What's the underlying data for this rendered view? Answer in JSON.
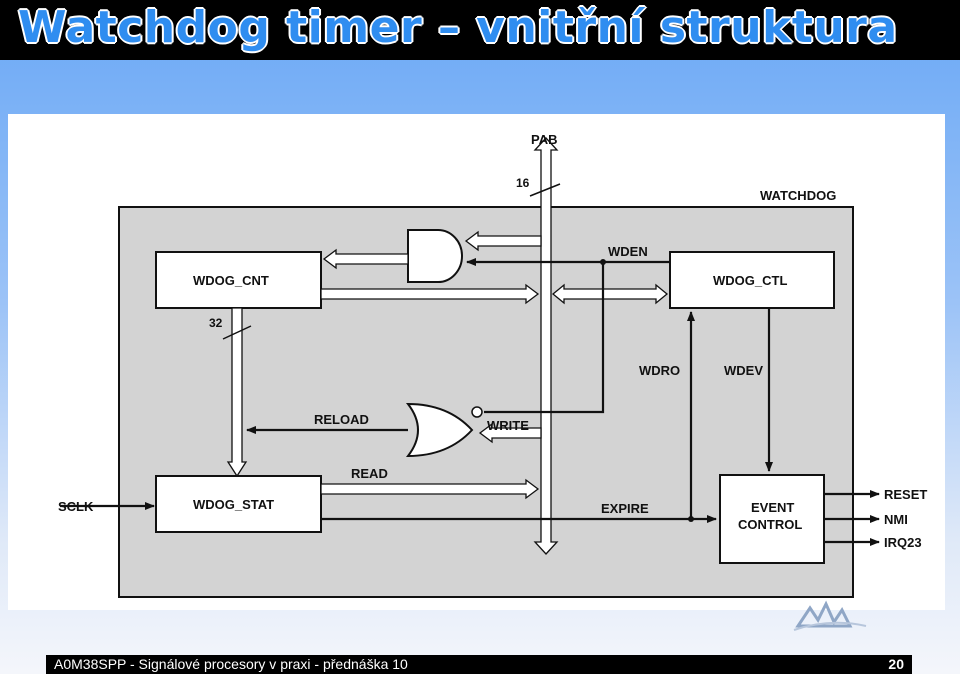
{
  "slide": {
    "title": "Watchdog  timer – vnitřní struktura",
    "footer_text": "A0M38SPP - Signálové procesory v praxi - přednáška 10",
    "page_number": "20"
  },
  "diagram": {
    "bus_label": "PAB",
    "bus_width": "16",
    "block_label": "WATCHDOG",
    "wdog_cnt": "WDOG_CNT",
    "wdog_ctl": "WDOG_CTL",
    "wdog_stat": "WDOG_STAT",
    "event_control_line1": "EVENT",
    "event_control_line2": "CONTROL",
    "cnt_width": "32",
    "wden": "WDEN",
    "wdro": "WDRO",
    "wdev": "WDEV",
    "reload": "RELOAD",
    "write": "WRITE",
    "read": "READ",
    "expire": "EXPIRE",
    "sclk": "SCLK",
    "reset": "RESET",
    "nmi": "NMI",
    "irq23": "IRQ23"
  }
}
